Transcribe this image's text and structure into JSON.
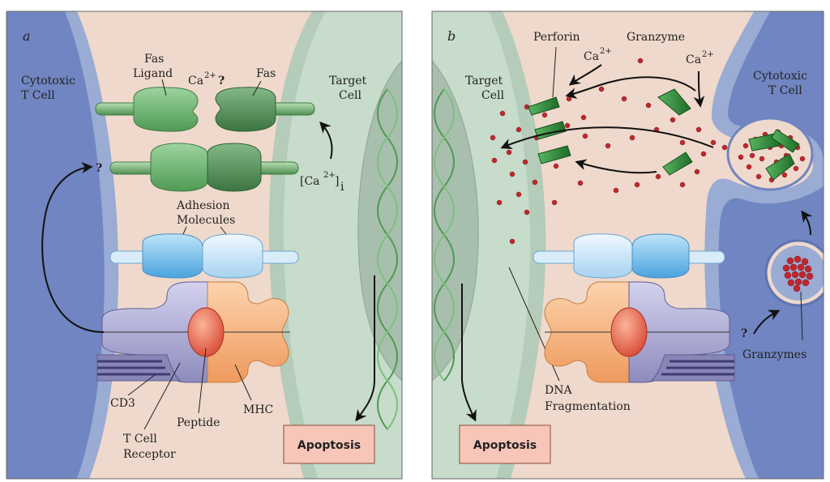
{
  "panels": {
    "a": {
      "letter": "a",
      "cytotoxic_cell": [
        "Cytotoxic",
        "T Cell"
      ],
      "target_cell": [
        "Target",
        "Cell"
      ],
      "fas_ligand": [
        "Fas",
        "Ligand"
      ],
      "fas": "Fas",
      "ca": "Ca",
      "ca_sup": "2+",
      "question": "?",
      "question_left": "?",
      "ca_i_open": "[Ca",
      "ca_i_sup": "2+",
      "ca_i_close": "]",
      "ca_i_sub": "i",
      "adhesion": [
        "Adhesion",
        "Molecules"
      ],
      "cd3": "CD3",
      "peptide": "Peptide",
      "tcr": [
        "T Cell",
        "Receptor"
      ],
      "mhc": "MHC",
      "apoptosis": "Apoptosis"
    },
    "b": {
      "letter": "b",
      "target_cell": [
        "Target",
        "Cell"
      ],
      "cytotoxic_cell": [
        "Cytotoxic",
        "T Cell"
      ],
      "perforin": "Perforin",
      "granzyme": "Granzyme",
      "ca": "Ca",
      "ca_sup": "2+",
      "question": "?",
      "granzymes": "Granzymes",
      "dna": [
        "DNA",
        "Fragmentation"
      ],
      "apoptosis": "Apoptosis"
    }
  },
  "colors": {
    "background": "#efd9cc",
    "tcell_membrane": "#9aabd4",
    "tcell_inner": "#6f86c2",
    "target_membrane": "#b9cfbd",
    "target_inner": "#cfe0d2",
    "fas_ligand": "#5aa65f",
    "fas": "#3f7f45",
    "adhesion": "#6fb8e8",
    "mhc": "#f2a46a",
    "tcr": "#a9a7d2",
    "peptide": "#e8614c",
    "granzyme_dot": "#c0272d",
    "perforin": "#2f8f3a",
    "apoptosis_box": "#f7c6b8"
  }
}
